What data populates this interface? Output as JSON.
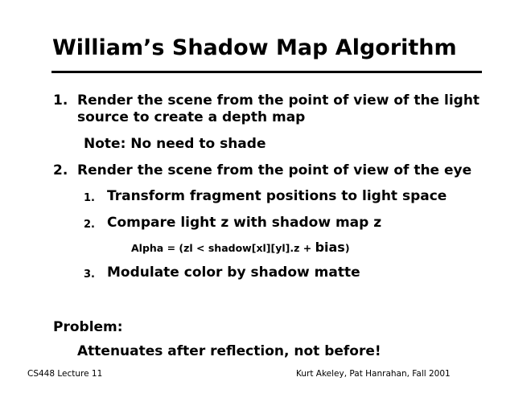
{
  "title": "William’s Shadow Map Algorithm",
  "steps": [
    {
      "num": "1.",
      "line1": "Render the scene from the point of view of the light",
      "line2": "source to create a depth map",
      "note": "Note: No need to shade"
    },
    {
      "num": "2.",
      "line1": "Render the scene from the point of view of the eye",
      "substeps": [
        {
          "num": "1.",
          "text": "Transform fragment positions to light space"
        },
        {
          "num": "2.",
          "text": "Compare light z with shadow map z",
          "formula": "Alpha = (zl < shadow[xl][yl].z + ",
          "formula_bias": "bias",
          "formula_end": ")"
        },
        {
          "num": "3.",
          "text": "Modulate color by shadow matte"
        }
      ]
    }
  ],
  "problem": {
    "label": "Problem:",
    "text": "Attenuates after reflection, not before!"
  },
  "footer": {
    "left": "CS448 Lecture 11",
    "right": "Kurt Akeley, Pat Hanrahan, Fall 2001"
  }
}
